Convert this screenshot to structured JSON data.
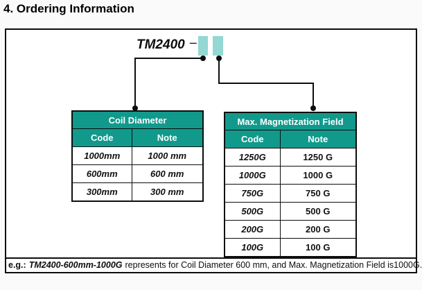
{
  "page": {
    "title": "4. Ordering Information"
  },
  "diagram": {
    "model_label": "TM2400",
    "dash": "–",
    "colors": {
      "table_header_teal": "#119a8c",
      "code_box_teal": "#93d8d2",
      "line_black": "#0d0d0d"
    }
  },
  "tables": {
    "coil_diameter": {
      "title": "Coil Diameter",
      "columns": [
        "Code",
        "Note"
      ],
      "rows": [
        [
          "1000mm",
          "1000 mm"
        ],
        [
          "600mm",
          "600 mm"
        ],
        [
          "300mm",
          "300 mm"
        ]
      ]
    },
    "max_field": {
      "title": "Max. Magnetization Field",
      "columns": [
        "Code",
        "Note"
      ],
      "rows": [
        [
          "1250G",
          "1250 G"
        ],
        [
          "1000G",
          "1000 G"
        ],
        [
          "750G",
          "750 G"
        ],
        [
          "500G",
          "500 G"
        ],
        [
          "200G",
          "200 G"
        ],
        [
          "100G",
          "100 G"
        ]
      ]
    }
  },
  "footnote": {
    "prefix": "e.g.:",
    "code": "TM2400-600mm-1000G",
    "text": "represents for Coil Diameter 600 mm, and Max. Magnetization Field is1000G."
  }
}
